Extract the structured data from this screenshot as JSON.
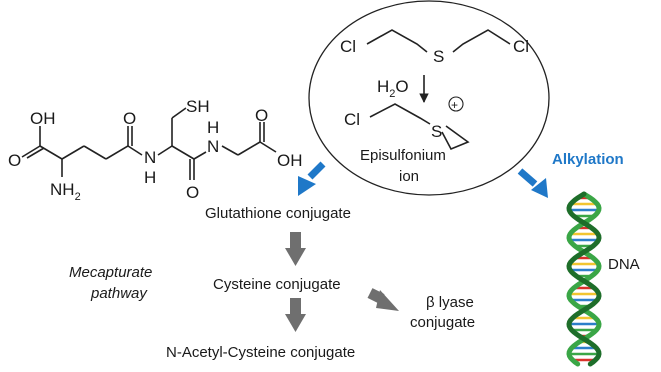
{
  "diagram": {
    "colors": {
      "arrow_gray": "#6f6f6f",
      "arrow_blue": "#1f78c8",
      "bond": "#222222",
      "helix_green": "#3aa646",
      "helix_dark": "#1e6e2a"
    },
    "mustard": {
      "cl_left": "Cl",
      "cl_right": "Cl",
      "s": "S"
    },
    "water": {
      "h": "H",
      "sub": "2",
      "o": "O"
    },
    "episulfonium": {
      "cl": "Cl",
      "s": "S",
      "charge": "+",
      "label_line1": "Episulfonium",
      "label_line2": "ion"
    },
    "glutathione": {
      "oh_top": "OH",
      "o_left": "O",
      "nh2_n": "NH",
      "nh2_sub": "2",
      "o_amide1": "O",
      "n_h1": "N",
      "h1": "H",
      "sh": "SH",
      "o_amide2": "O",
      "n_h2": "N",
      "h2": "H",
      "o_acid": "O",
      "oh_right": "OH"
    },
    "flow": {
      "glutathione_conjugate": "Glutathione conjugate",
      "cysteine_conjugate": "Cysteine conjugate",
      "nac_conjugate": "N-Acetyl-Cysteine conjugate",
      "beta_lyase_line1": "β lyase",
      "beta_lyase_line2": "conjugate",
      "pathway_line1": "Mecapturate",
      "pathway_line2": "pathway",
      "alkylation": "Alkylation",
      "dna": "DNA"
    }
  }
}
